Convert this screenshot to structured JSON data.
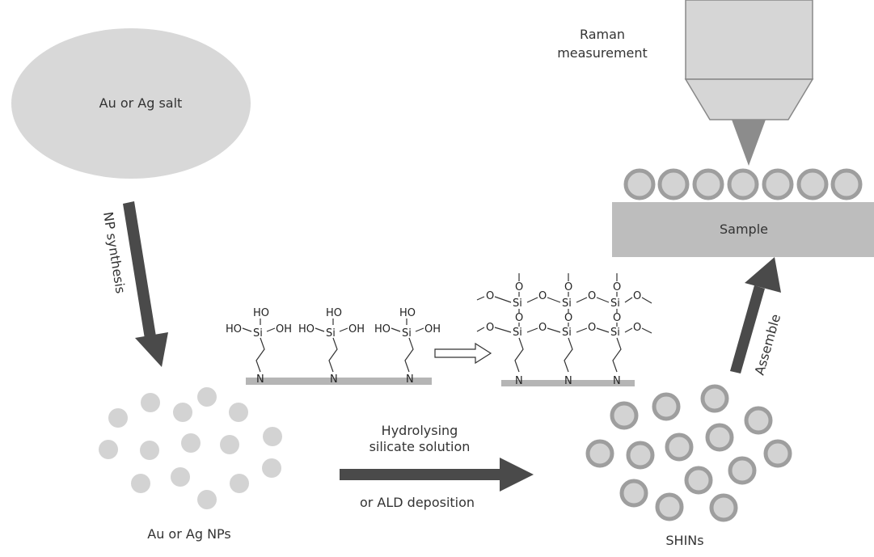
{
  "labels": {
    "salt": "Au or Ag salt",
    "nps": "Au or Ag NPs",
    "shins": "SHINs",
    "np_synthesis": "NP synthesis",
    "hydrolysing_line1": "Hydrolysing",
    "hydrolysing_line2": "silicate solution",
    "ald": "or ALD deposition",
    "assemble": "Assemble",
    "raman_line1": "Raman",
    "raman_line2": "measurement",
    "sample": "Sample"
  },
  "chem": {
    "si": "Si",
    "oh": "OH",
    "ho": "HO",
    "n": "N",
    "o": "O"
  },
  "colors": {
    "ellipse": "#d8d8d8",
    "arrow": "#4a4a4a",
    "np": "#d3d3d3",
    "shell": "#9e9e9e",
    "sample": "#bdbdbd",
    "surface": "#b5b5b5",
    "objective": "#d6d6d6",
    "beam": "#8c8c8c"
  },
  "icons": {
    "left_arrow": "down-arrow-icon",
    "bottom_arrow": "right-arrow-icon",
    "assemble_arrow": "up-arrow-icon",
    "transform_arrow": "hollow-right-arrow-icon"
  }
}
